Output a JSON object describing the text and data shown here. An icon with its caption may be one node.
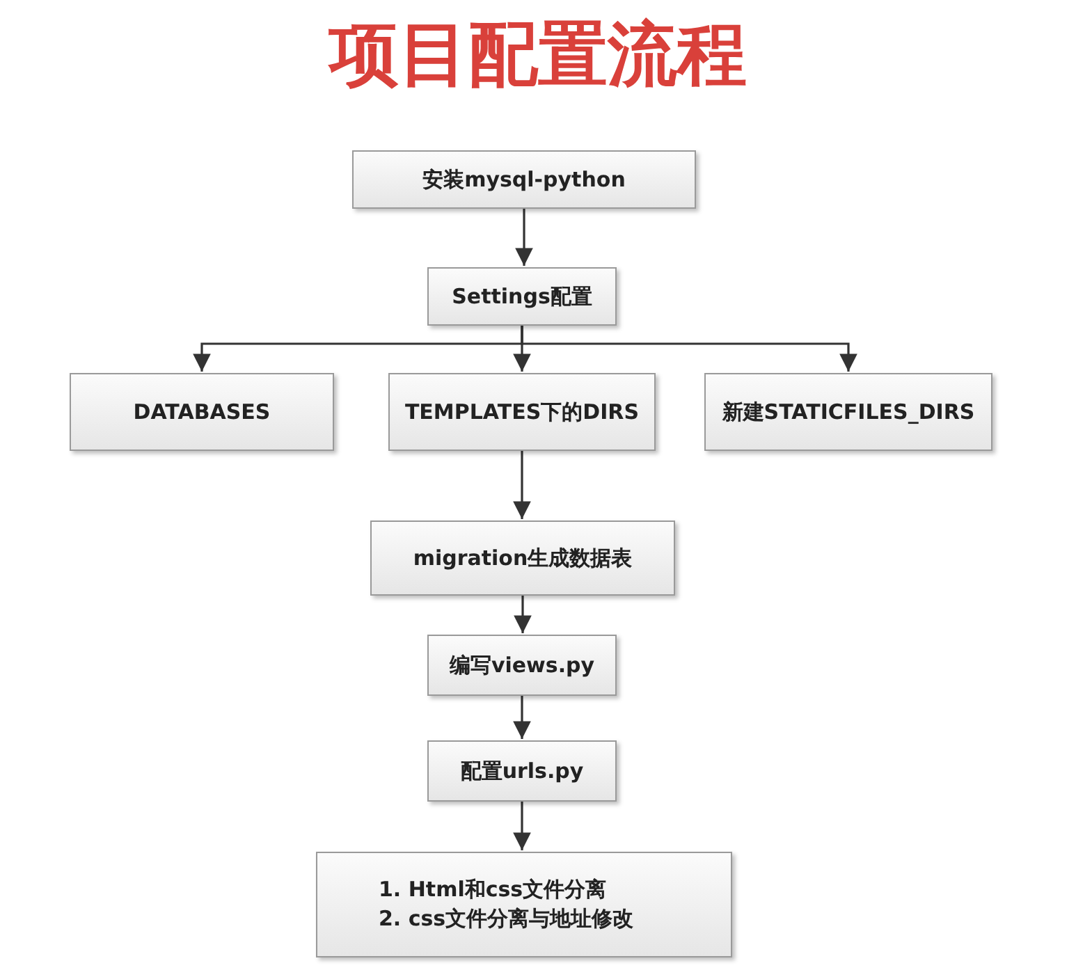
{
  "diagram": {
    "title": "项目配置流程",
    "nodes": [
      {
        "text": [
          "安装mysql-python"
        ]
      },
      {
        "text": [
          "Settings配置"
        ]
      },
      {
        "text": [
          "DATABASES"
        ]
      },
      {
        "text": [
          "TEMPLATES下的DIRS"
        ]
      },
      {
        "text": [
          "新建STATICFILES_DIRS"
        ]
      },
      {
        "text": [
          "migration生成数据表"
        ]
      },
      {
        "text": [
          "编写views.py"
        ]
      },
      {
        "text": [
          "配置urls.py"
        ]
      },
      {
        "text": [
          "1. Html和css文件分离",
          "2. css文件分离与地址修改"
        ]
      }
    ],
    "edges": [
      {
        "from": 0,
        "to": 1,
        "arrow": "to"
      },
      {
        "from": 1,
        "to": 2,
        "arrow": "to"
      },
      {
        "from": 1,
        "to": 3,
        "arrow": "to"
      },
      {
        "from": 1,
        "to": 4,
        "arrow": "to"
      },
      {
        "from": 3,
        "to": 5,
        "arrow": "to"
      },
      {
        "from": 5,
        "to": 6,
        "arrow": "to"
      },
      {
        "from": 6,
        "to": 7,
        "arrow": "to"
      },
      {
        "from": 7,
        "to": 8,
        "arrow": "to"
      }
    ]
  }
}
